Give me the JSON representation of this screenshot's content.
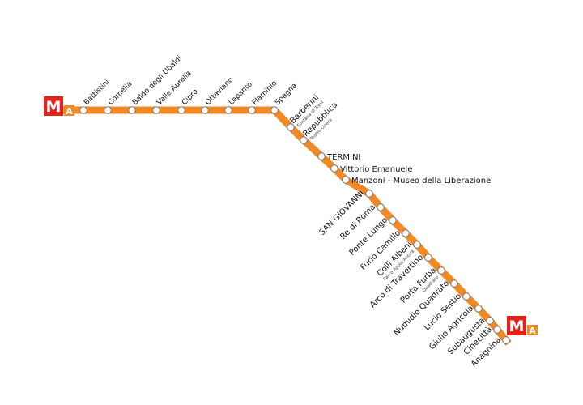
{
  "line": {
    "color": "#f08a24",
    "metro_red": "#e2231a",
    "logo_letter": "M",
    "line_letter": "A"
  },
  "stations": [
    {
      "name": "Battistini"
    },
    {
      "name": "Cornelia"
    },
    {
      "name": "Baldo degli Ubaldi"
    },
    {
      "name": "Valle Aurelia"
    },
    {
      "name": "Cipro"
    },
    {
      "name": "Ottaviano"
    },
    {
      "name": "Lepanto"
    },
    {
      "name": "Flaminio"
    },
    {
      "name": "Spagna"
    },
    {
      "name": "Barberini",
      "sub": "Fontana di Trevi"
    },
    {
      "name": "Repubblica",
      "sub": "Teatro Opera"
    },
    {
      "name": "TERMINI"
    },
    {
      "name": "Vittorio Emanuele"
    },
    {
      "name": "Manzoni - Museo della Liberazione"
    },
    {
      "name": "SAN GIOVANNI"
    },
    {
      "name": "Re di Roma"
    },
    {
      "name": "Ponte Lungo"
    },
    {
      "name": "Furio Camillo"
    },
    {
      "name": "Colli Albani",
      "sub": "Parco Appia Antica"
    },
    {
      "name": "Arco di Travertino"
    },
    {
      "name": "Porta Furba",
      "sub": "Quadraro"
    },
    {
      "name": "Numidio Quadrato"
    },
    {
      "name": "Lucio Sestio"
    },
    {
      "name": "Giulio Agricola"
    },
    {
      "name": "Subaugusta"
    },
    {
      "name": "Cinecittà"
    },
    {
      "name": "Anagnina"
    }
  ]
}
